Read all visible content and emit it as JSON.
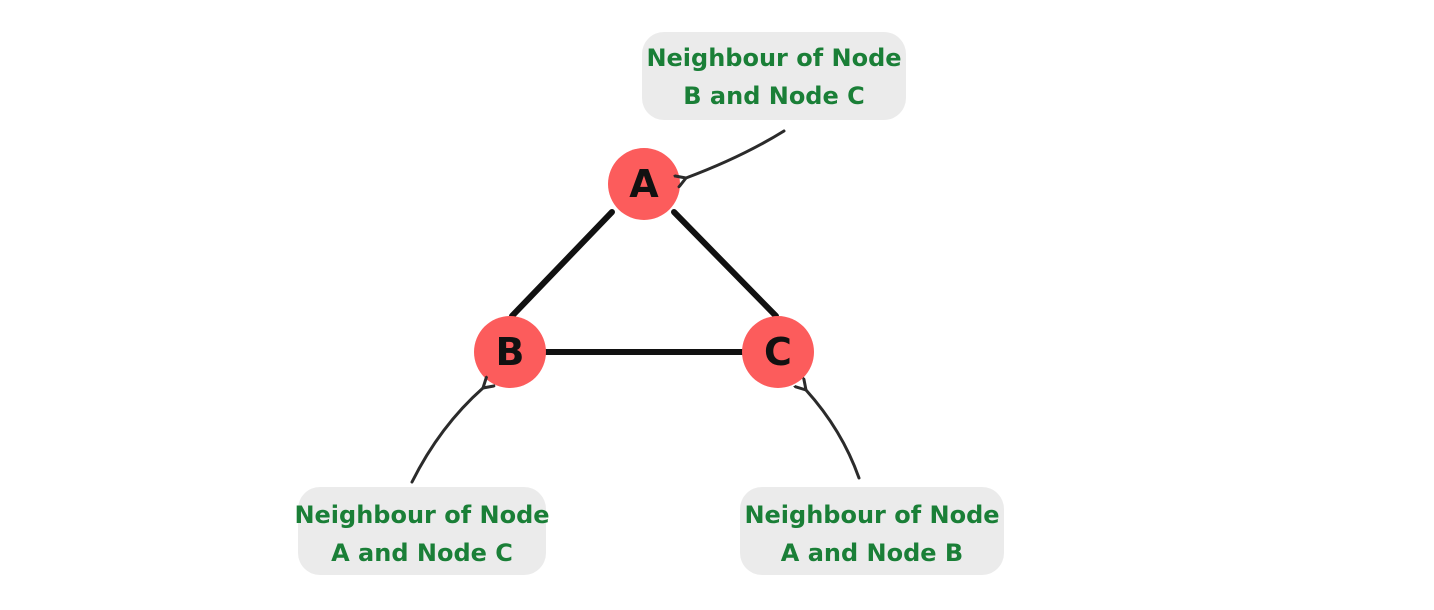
{
  "colors": {
    "node_fill": "#fc5c5c",
    "edge": "#111111",
    "callout_bg": "#ebebeb",
    "callout_text": "#1a7f37",
    "arrow": "#2b2b2b"
  },
  "nodes": {
    "a": {
      "label": "A"
    },
    "b": {
      "label": "B"
    },
    "c": {
      "label": "C"
    }
  },
  "callouts": {
    "a": {
      "line1": "Neighbour of Node",
      "line2": "B and Node C"
    },
    "b": {
      "line1": "Neighbour of Node",
      "line2": "A and Node C"
    },
    "c": {
      "line1": "Neighbour of Node",
      "line2": "A and Node B"
    }
  }
}
